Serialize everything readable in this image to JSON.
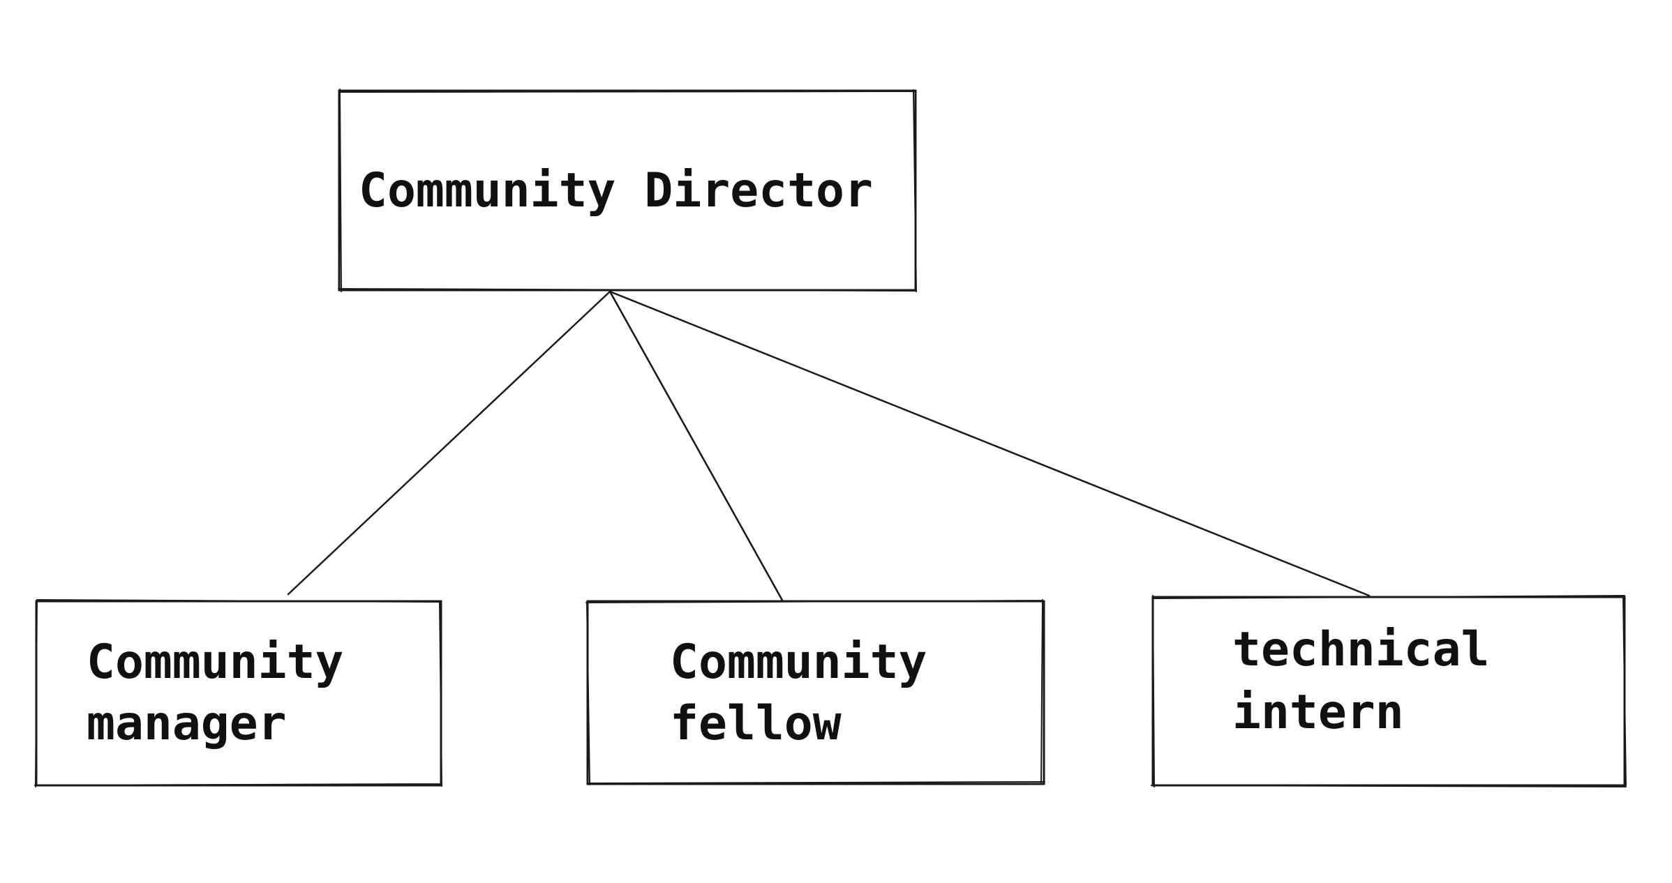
{
  "nodes": {
    "director": {
      "lines": [
        "Community Director"
      ]
    },
    "manager": {
      "lines": [
        "Community",
        "manager"
      ]
    },
    "fellow": {
      "lines": [
        "Community",
        "fellow"
      ]
    },
    "intern": {
      "lines": [
        "technical",
        "intern"
      ]
    }
  },
  "edges": [
    {
      "from": "director",
      "to": "manager"
    },
    {
      "from": "director",
      "to": "fellow"
    },
    {
      "from": "director",
      "to": "intern"
    }
  ]
}
